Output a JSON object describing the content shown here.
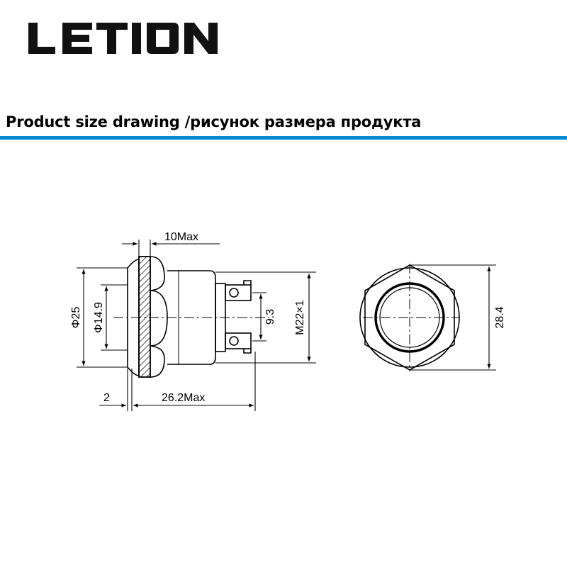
{
  "brand": {
    "name": "LETION"
  },
  "header": {
    "title": "Product size drawing /рисунок размера продукта",
    "rule_color": "#0088d1"
  },
  "drawing": {
    "dimensions": {
      "head_length": "10Max",
      "bezel_diameter": "Φ25",
      "button_diameter": "Φ14.9",
      "flange_thickness": "2",
      "body_length": "26.2Max",
      "terminal_spacing": "9.3",
      "thread": "M22×1",
      "nut_width": "28.4"
    }
  }
}
